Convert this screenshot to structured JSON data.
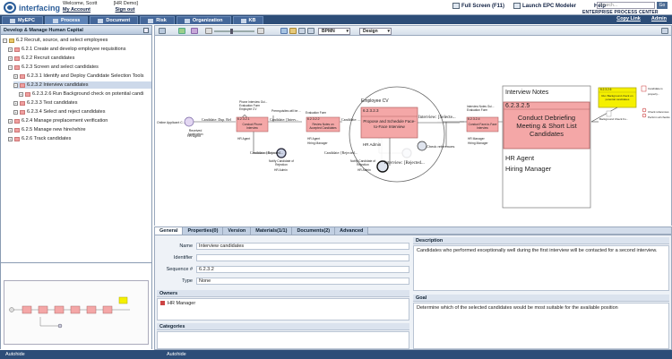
{
  "app": {
    "logo_text": "interfacing",
    "welcome": "Welcome, Scott",
    "my_account": "My Account",
    "demo": "[HR Demo]",
    "sign_out": "Sign out",
    "full_screen": "Full Screen (F11)",
    "launch_modeler": "Launch EPC Modeler",
    "help": "Help",
    "search_placeholder": "Search...",
    "search_button": "Go",
    "product_name": "ENTERPRISE PROCESS CENTER"
  },
  "nav": {
    "tabs": [
      {
        "label": "MyEPC"
      },
      {
        "label": "Process"
      },
      {
        "label": "Document"
      },
      {
        "label": "Risk"
      },
      {
        "label": "Organization"
      },
      {
        "label": "KB"
      }
    ],
    "copy_link": "Copy Link",
    "admin": "Admin"
  },
  "left_panel": {
    "title": "Develop & Manage Human Capital",
    "tree": [
      {
        "label": "6.2 Recruit, source, and select employees"
      },
      {
        "label": "6.2.1 Create and develop employee requisitions"
      },
      {
        "label": "6.2.2 Recruit candidates"
      },
      {
        "label": "6.2.3 Screen and select candidates"
      },
      {
        "label": "6.2.3.1 Identify and Deploy Candidate Selection Tools"
      },
      {
        "label": "6.2.3.2 Interview candidates"
      },
      {
        "label": "6.2.3.2.6 Run Background check on potential candi"
      },
      {
        "label": "6.2.3.3 Test candidates"
      },
      {
        "label": "6.2.3.4 Select and reject candidates"
      },
      {
        "label": "6.2.4 Manage preplacement verification"
      },
      {
        "label": "6.2.5 Manage new hire/rehire"
      },
      {
        "label": "6.2.6 Track candidates"
      }
    ],
    "autohide": "Autohide"
  },
  "toolbar": {
    "notation": "BPMN",
    "mode": "Design"
  },
  "diagram": {
    "start_label": "Online Applicant C...",
    "start_event": "Received Application",
    "start_event_role": "HR Agent",
    "gw1": "Candidate: Dup. Ref",
    "task1_id": "6.2.3.2.1",
    "task1_name": "Conduct Phone Interview",
    "task1_role": "HR Agent",
    "task1_inputs": [
      "Phone Interview Gui...",
      "Evaluation Form",
      "Employee CV"
    ],
    "e_interview_gw": "Candidate: [Interv...",
    "prereq": "Prerequisites will be ...",
    "task2_id": "6.2.3.2.2",
    "task2_name": "Review Notes on Accepted Candidates",
    "task2_role": "HR Agent",
    "task2_role2": "Hiring Manager",
    "task2_inputs": [
      "Evaluation Form"
    ],
    "gw_rejected1": "Candidate: [Rejected...",
    "end1": "Notify Candidate of Rejection",
    "end1_role": "HR Admin",
    "gw_rejected2": "Candidate: [Rejected...",
    "end2": "Notify Candidate of Rejection",
    "end2_role": "HR Admin",
    "gw3": "Candidate: ...",
    "magnifier": {
      "input": "Employee CV",
      "task_id": "6.2.3.2.3",
      "task_name": "Propose and Schedule Face-to-Face Interview",
      "role": "HR Admin",
      "flow": "Interview: [Selecte...",
      "rejected": "Interview: [Rejected...",
      "check_label": "Check references"
    },
    "task4_id": "6.2.3.2.4",
    "task4_name": "Conduct Face-to-Face Interview",
    "task4_inputs": [
      "Interview Notes Gui...",
      "Evaluation Form"
    ],
    "task4_role": "HR Manager",
    "task4_role2": "Hiring Manager",
    "zoom": {
      "input": "Interview Notes",
      "task_id": "6.2.3.2.5",
      "task_name": "Conduct Debriefing Meeting & Short List Candidates",
      "role1": "HR Agent",
      "role2": "Hiring Manager"
    },
    "task6_id": "6.2.3.2.6",
    "task6_name": "Run Background check on potential candidates",
    "task6_doc": "Background Check Fo...",
    "right_notes": [
      "Candidate is properly...",
      "Check references",
      "Perform all checks"
    ],
    "yellow_color": "#f5f000",
    "task_color": "#f4a7a7"
  },
  "tabs": [
    {
      "label": "General"
    },
    {
      "label": "Properties(0)"
    },
    {
      "label": "Version"
    },
    {
      "label": "Materials(1/1)"
    },
    {
      "label": "Documents(2)"
    },
    {
      "label": "Advanced"
    }
  ],
  "general": {
    "name_label": "Name",
    "name_value": "Interview candidates",
    "identifier_label": "Identifier",
    "identifier_value": "",
    "sequence_label": "Sequence #",
    "sequence_value": "6.2.3.2",
    "type_label": "Type",
    "type_value": "None",
    "owners_title": "Owners",
    "owner": "HR Manager",
    "categories_title": "Categories",
    "description_title": "Description",
    "description": "Candidates who performed exceptionally well during the first interview will be contacted for a second interview.",
    "goal_title": "Goal",
    "goal": "Determine which of the selected candidates would be most suitable for the available position"
  },
  "bottom": {
    "autohide_left": "Autohide",
    "autohide_right": "Autohide"
  }
}
